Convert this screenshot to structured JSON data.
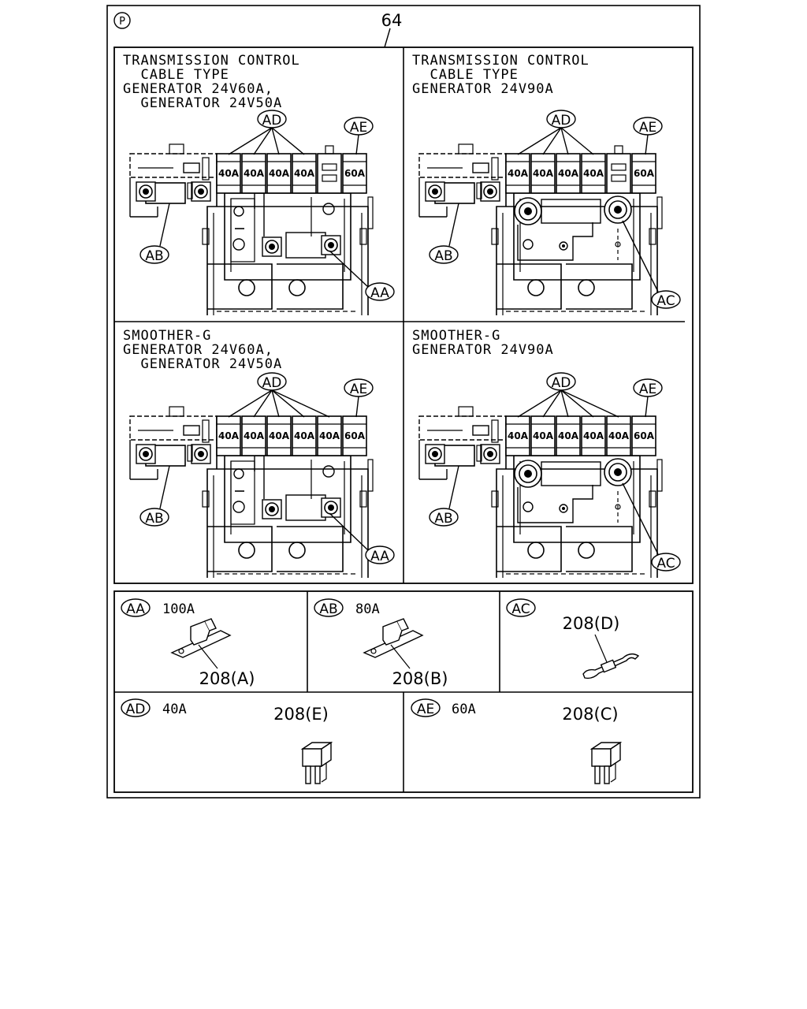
{
  "page": {
    "p_symbol": "P",
    "ref_number": "64"
  },
  "panels": {
    "tl": {
      "title": [
        "TRANSMISSION CONTROL",
        "  CABLE TYPE",
        "GENERATOR 24V60A,",
        "  GENERATOR 24V50A"
      ],
      "fuses": [
        "40A",
        "40A",
        "40A",
        "40A",
        "",
        "60A"
      ]
    },
    "tr": {
      "title": [
        "TRANSMISSION CONTROL",
        "  CABLE TYPE",
        "GENERATOR 24V90A"
      ],
      "fuses": [
        "40A",
        "40A",
        "40A",
        "40A",
        "",
        "60A"
      ]
    },
    "bl": {
      "title": [
        "SMOOTHER-G",
        "GENERATOR 24V60A,",
        "  GENERATOR 24V50A"
      ],
      "fuses": [
        "40A",
        "40A",
        "40A",
        "40A",
        "40A",
        "60A"
      ]
    },
    "br": {
      "title": [
        "SMOOTHER-G",
        "GENERATOR 24V90A"
      ],
      "fuses": [
        "40A",
        "40A",
        "40A",
        "40A",
        "40A",
        "60A"
      ]
    }
  },
  "callouts": {
    "aa": "AA",
    "ab": "AB",
    "ac": "AC",
    "ad": "AD",
    "ae": "AE"
  },
  "legend": {
    "aa": {
      "code": "AA",
      "rating": "100A",
      "part": "208(A)"
    },
    "ab": {
      "code": "AB",
      "rating": "80A",
      "part": "208(B)"
    },
    "ac": {
      "code": "AC",
      "rating": "",
      "part": "208(D)"
    },
    "ad": {
      "code": "AD",
      "rating": "40A",
      "part": "208(E)"
    },
    "ae": {
      "code": "AE",
      "rating": "60A",
      "part": "208(C)"
    }
  }
}
